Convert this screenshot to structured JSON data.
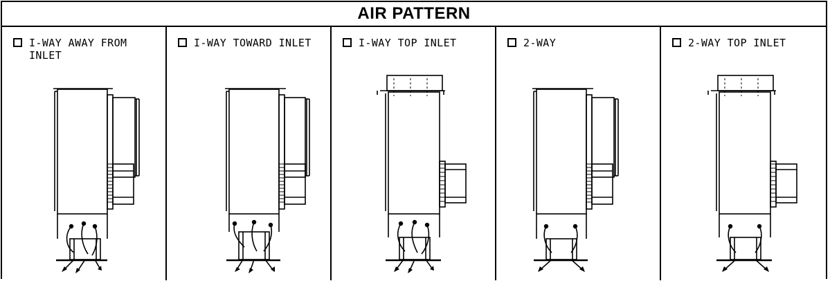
{
  "title": "AIR PATTERN",
  "panels": [
    {
      "label": "I-WAY AWAY FROM INLET",
      "icon": "checkbox-icon",
      "drawing": "unit-side-view-away"
    },
    {
      "label": "I-WAY TOWARD INLET",
      "icon": "checkbox-icon",
      "drawing": "unit-side-view-toward"
    },
    {
      "label": "I-WAY TOP INLET",
      "icon": "checkbox-icon",
      "drawing": "unit-side-view-top-inlet"
    },
    {
      "label": "2-WAY",
      "icon": "checkbox-icon",
      "drawing": "unit-side-view-2way"
    },
    {
      "label": "2-WAY TOP INLET",
      "icon": "checkbox-icon",
      "drawing": "unit-side-view-2way-top"
    }
  ]
}
